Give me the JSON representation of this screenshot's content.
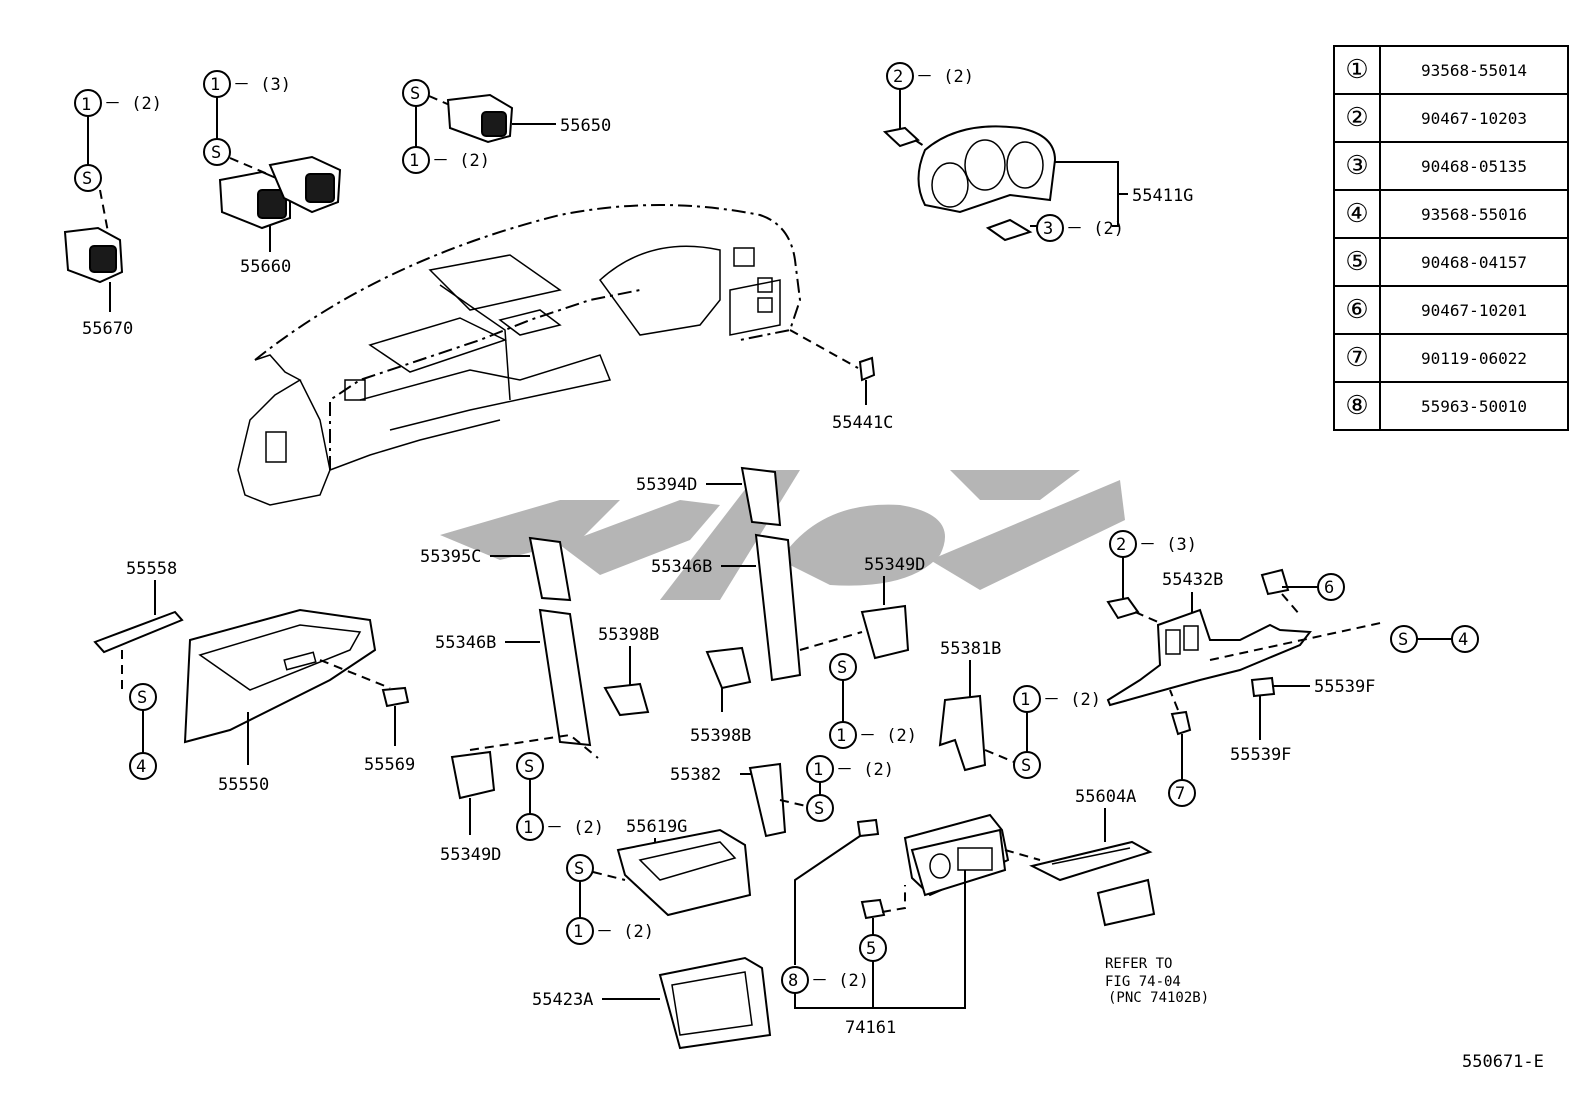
{
  "diagram_code": "550671-E",
  "legend": [
    {
      "symbol": "①",
      "part": "93568-55014"
    },
    {
      "symbol": "②",
      "part": "90467-10203"
    },
    {
      "symbol": "③",
      "part": "90468-05135"
    },
    {
      "symbol": "④",
      "part": "93568-55016"
    },
    {
      "symbol": "⑤",
      "part": "90468-04157"
    },
    {
      "symbol": "⑥",
      "part": "90467-10201"
    },
    {
      "symbol": "⑦",
      "part": "90119-06022"
    },
    {
      "symbol": "⑧",
      "part": "55963-50010"
    }
  ],
  "parts": {
    "p55670": "55670",
    "p55660": "55660",
    "p55650": "55650",
    "p55411G": "55411G",
    "p55441C": "55441C",
    "p55394D": "55394D",
    "p55395C": "55395C",
    "p55346B_a": "55346B",
    "p55346B_b": "55346B",
    "p55349D_a": "55349D",
    "p55349D_b": "55349D",
    "p55398B_a": "55398B",
    "p55398B_b": "55398B",
    "p55558": "55558",
    "p55550": "55550",
    "p55569": "55569",
    "p55381B": "55381B",
    "p55432B": "55432B",
    "p55539F_a": "55539F",
    "p55539F_b": "55539F",
    "p55382": "55382",
    "p55619G": "55619G",
    "p55604A": "55604A",
    "p55423A": "55423A",
    "p74161": "74161"
  },
  "symbols": {
    "one": "1",
    "two": "2",
    "three": "3",
    "four": "4",
    "five": "5",
    "six": "6",
    "seven": "7",
    "eight": "8",
    "s": "S"
  },
  "qty": {
    "q2": "－ (2)",
    "q3": "－ (3)"
  },
  "refer_note": [
    "REFER TO",
    "FIG 74-04",
    "(PNC 74102B)"
  ]
}
